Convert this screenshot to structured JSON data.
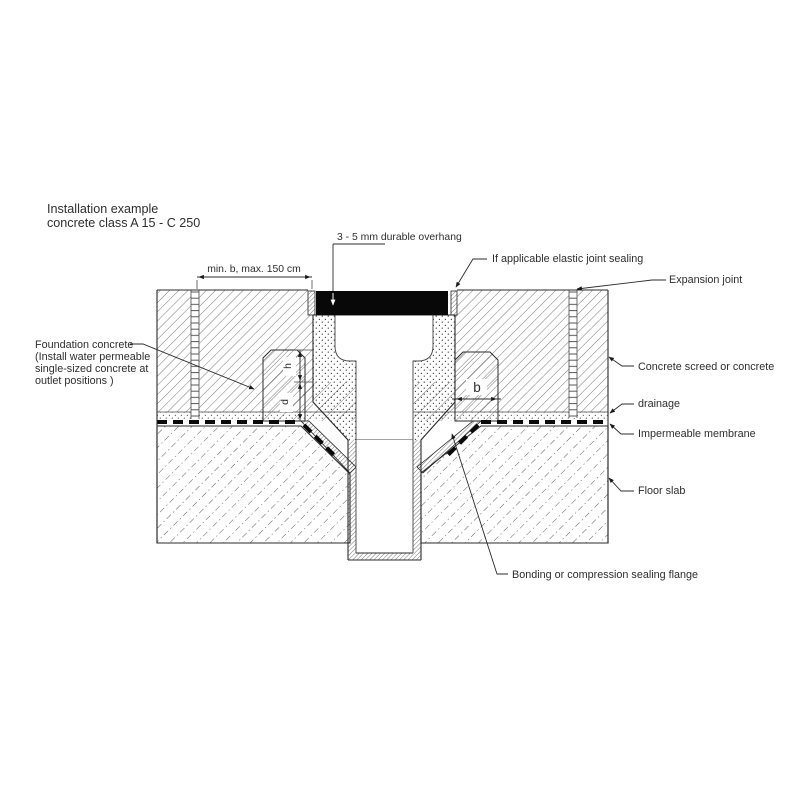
{
  "title": {
    "line1": "Installation example",
    "line2": "concrete class A 15 - C 250"
  },
  "dims": {
    "span_label": "min. b, max. 150 cm",
    "overhang_label": "3 - 5 mm durable overhang",
    "h_label": "h",
    "d_label": "d",
    "b_label": "b"
  },
  "labels": {
    "elastic_joint": "If applicable elastic joint sealing",
    "expansion_joint": "Expansion joint",
    "concrete_screed": "Concrete screed or concrete",
    "drainage": "drainage",
    "impermeable_membrane": "Impermeable membrane",
    "floor_slab": "Floor slab",
    "bonding_flange": "Bonding or compression sealing flange",
    "foundation_concrete": {
      "line1": "Foundation concrete",
      "line2": "(Install water permeable",
      "line3": "single-sized concrete at",
      "line4": "outlet positions )"
    }
  },
  "colors": {
    "line": "#2b2b2b",
    "hatch": "#565656",
    "grate": "#080808",
    "background": "#ffffff"
  }
}
